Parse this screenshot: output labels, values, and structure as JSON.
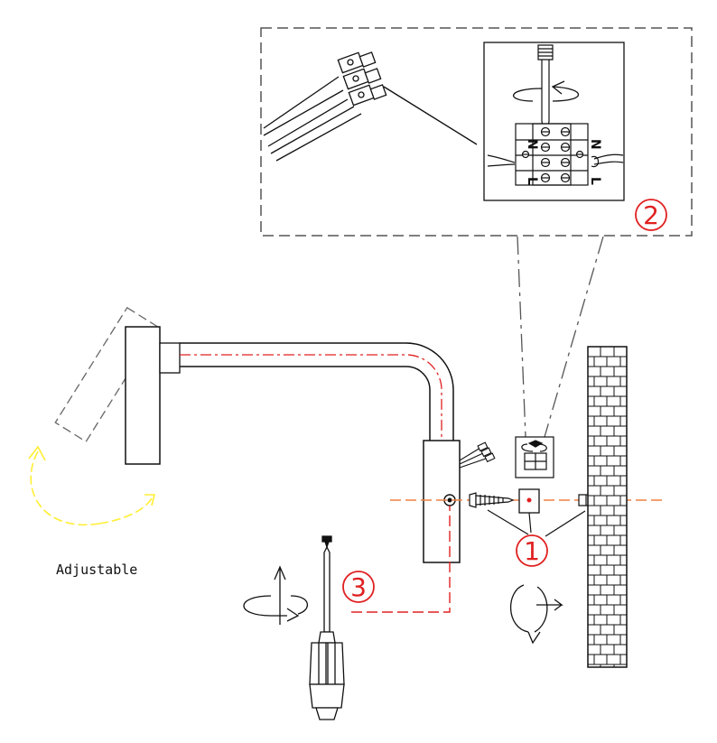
{
  "labels": {
    "adjustable": "Adjustable",
    "step1": "1",
    "step2": "2",
    "step3": "3",
    "terminal_n": "N",
    "terminal_l": "L"
  },
  "colors": {
    "line": "#111111",
    "accent_red": "#e02020",
    "guide_orange": "#f08040",
    "arrow_yellow": "#ffee33",
    "dash_gray": "#555555"
  },
  "icons": [
    "wall-lamp",
    "brick-wall",
    "screwdriver",
    "screw",
    "wall-plug",
    "terminal-block",
    "rotate-arrow"
  ]
}
